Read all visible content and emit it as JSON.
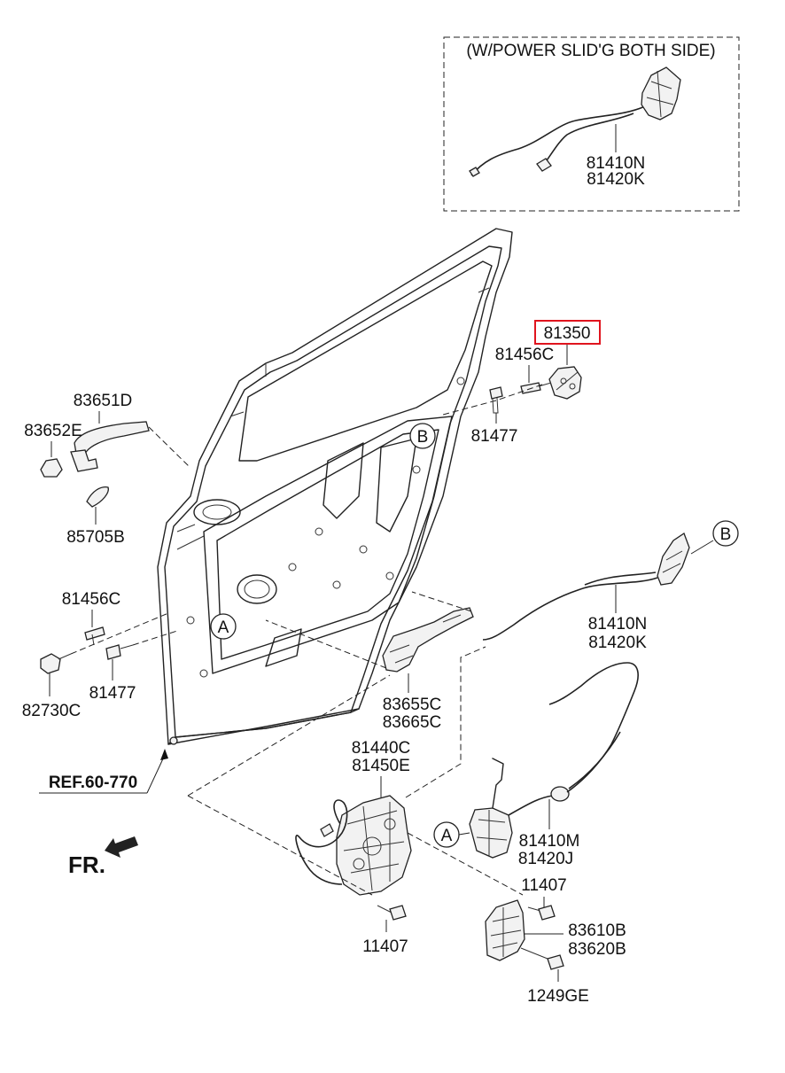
{
  "inset": {
    "title": "(W/POWER SLID'G BOTH SIDE)",
    "part_a": "81410N",
    "part_b": "81420K"
  },
  "labels": {
    "p81350": "81350",
    "p81456C_top": "81456C",
    "p81477_top": "81477",
    "p83651D": "83651D",
    "p83652E": "83652E",
    "p85705B": "85705B",
    "p81456C_left": "81456C",
    "p82730C": "82730C",
    "p81477_left": "81477",
    "p81410N": "81410N",
    "p81420K": "81420K",
    "p83655C": "83655C",
    "p83665C": "83665C",
    "p81440C": "81440C",
    "p81450E": "81450E",
    "p81410M": "81410M",
    "p81420J": "81420J",
    "p11407_right": "11407",
    "p83610B": "83610B",
    "p83620B": "83620B",
    "p11407_bottom": "11407",
    "p1249GE": "1249GE",
    "ref": "REF.60-770",
    "fr": "FR."
  },
  "callouts": {
    "a": "A",
    "b": "B"
  },
  "highlight_color": "#e0141e"
}
